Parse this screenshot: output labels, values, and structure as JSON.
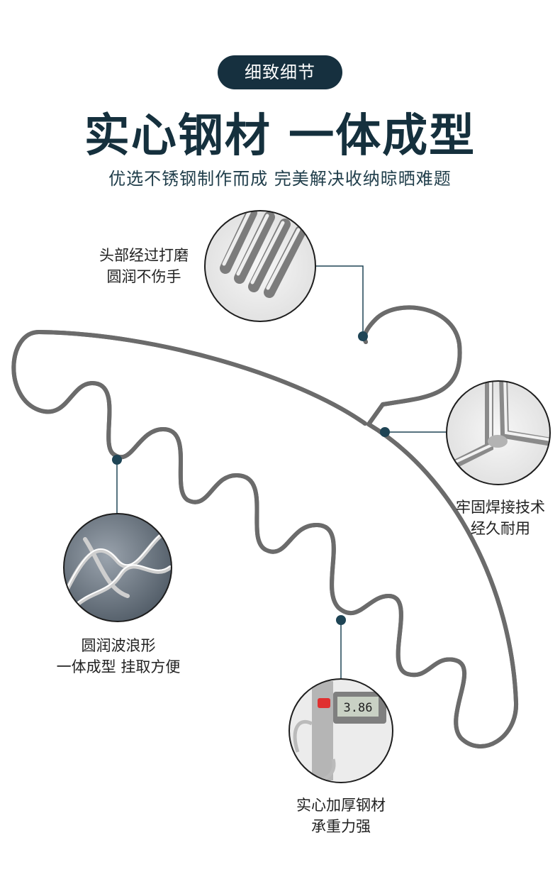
{
  "header": {
    "badge": "细致细节",
    "title": "实心钢材 一体成型",
    "subtitle": "优选不锈钢制作而成 完美解决收纳晾晒难题"
  },
  "callouts": {
    "head": {
      "line1": "头部经过打磨",
      "line2": "圆润不伤手"
    },
    "weld": {
      "line1": "牢固焊接技术",
      "line2": "经久耐用"
    },
    "wave": {
      "line1": "圆润波浪形",
      "line2": "一体成型 挂取方便"
    },
    "thick": {
      "line1": "实心加厚钢材",
      "line2": "承重力强"
    }
  },
  "caliper": {
    "reading": "3.86"
  },
  "colors": {
    "badge_bg": "#16303f",
    "title": "#15303d",
    "accent_line": "#1e4455"
  }
}
